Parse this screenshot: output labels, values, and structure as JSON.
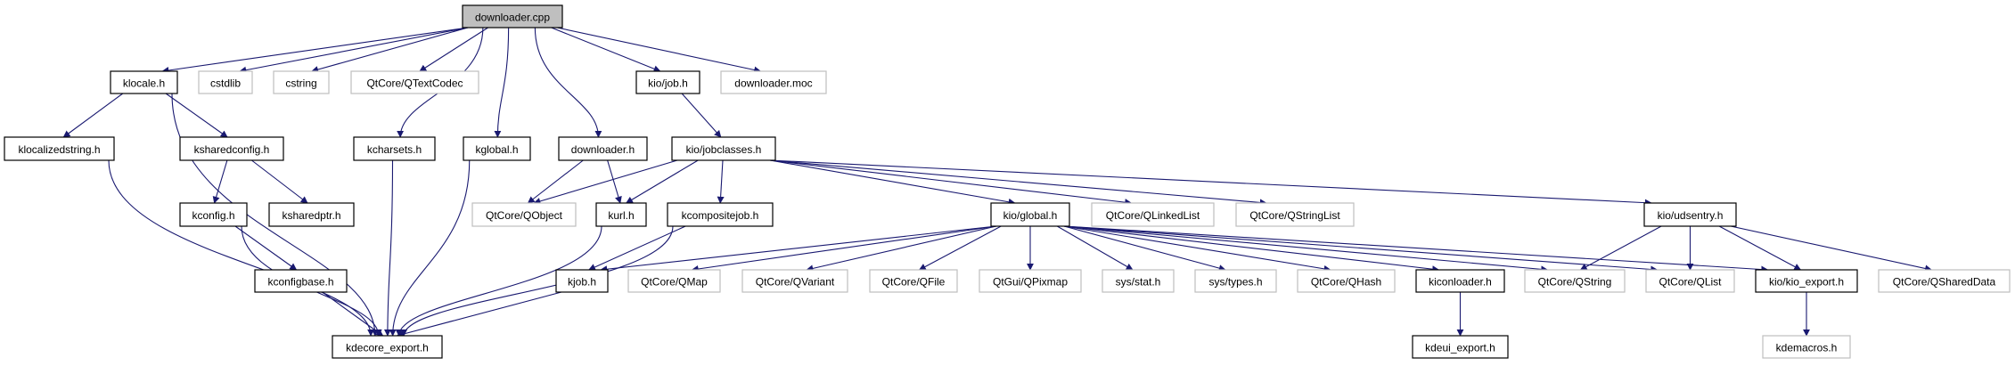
{
  "colors": {
    "edge": "#191970",
    "root_fill": "#bfbfbf",
    "external_border": "#bfbfbf",
    "documented_border": "#000000"
  },
  "nodes": [
    {
      "id": "downloader_cpp",
      "label": "downloader.cpp",
      "kind": "root"
    },
    {
      "id": "klocale",
      "label": "klocale.h",
      "kind": "doc"
    },
    {
      "id": "cstdlib",
      "label": "cstdlib",
      "kind": "ext"
    },
    {
      "id": "cstring",
      "label": "cstring",
      "kind": "ext"
    },
    {
      "id": "qtextcodec",
      "label": "QtCore/QTextCodec",
      "kind": "ext"
    },
    {
      "id": "kio_job",
      "label": "kio/job.h",
      "kind": "doc"
    },
    {
      "id": "downloader_moc",
      "label": "downloader.moc",
      "kind": "ext"
    },
    {
      "id": "klocalizedstring",
      "label": "klocalizedstring.h",
      "kind": "doc"
    },
    {
      "id": "ksharedconfig",
      "label": "ksharedconfig.h",
      "kind": "doc"
    },
    {
      "id": "kcharsets",
      "label": "kcharsets.h",
      "kind": "doc"
    },
    {
      "id": "kglobal",
      "label": "kglobal.h",
      "kind": "doc"
    },
    {
      "id": "downloader_h",
      "label": "downloader.h",
      "kind": "doc"
    },
    {
      "id": "kio_jobclasses",
      "label": "kio/jobclasses.h",
      "kind": "doc"
    },
    {
      "id": "kconfig",
      "label": "kconfig.h",
      "kind": "doc"
    },
    {
      "id": "ksharedptr",
      "label": "ksharedptr.h",
      "kind": "doc"
    },
    {
      "id": "qobject",
      "label": "QtCore/QObject",
      "kind": "ext"
    },
    {
      "id": "kurl",
      "label": "kurl.h",
      "kind": "doc"
    },
    {
      "id": "kcompositejob",
      "label": "kcompositejob.h",
      "kind": "doc"
    },
    {
      "id": "kio_global",
      "label": "kio/global.h",
      "kind": "doc"
    },
    {
      "id": "qlinkedlist",
      "label": "QtCore/QLinkedList",
      "kind": "ext"
    },
    {
      "id": "qstringlist",
      "label": "QtCore/QStringList",
      "kind": "ext"
    },
    {
      "id": "kio_udsentry",
      "label": "kio/udsentry.h",
      "kind": "doc"
    },
    {
      "id": "kconfigbase",
      "label": "kconfigbase.h",
      "kind": "doc"
    },
    {
      "id": "kjob",
      "label": "kjob.h",
      "kind": "doc"
    },
    {
      "id": "qmap",
      "label": "QtCore/QMap",
      "kind": "ext"
    },
    {
      "id": "qvariant",
      "label": "QtCore/QVariant",
      "kind": "ext"
    },
    {
      "id": "qfile",
      "label": "QtCore/QFile",
      "kind": "ext"
    },
    {
      "id": "qpixmap",
      "label": "QtGui/QPixmap",
      "kind": "ext"
    },
    {
      "id": "sys_stat",
      "label": "sys/stat.h",
      "kind": "ext"
    },
    {
      "id": "sys_types",
      "label": "sys/types.h",
      "kind": "ext"
    },
    {
      "id": "qhash",
      "label": "QtCore/QHash",
      "kind": "ext"
    },
    {
      "id": "kiconloader",
      "label": "kiconloader.h",
      "kind": "doc"
    },
    {
      "id": "qstring",
      "label": "QtCore/QString",
      "kind": "ext"
    },
    {
      "id": "qlist",
      "label": "QtCore/QList",
      "kind": "ext"
    },
    {
      "id": "kio_export",
      "label": "kio/kio_export.h",
      "kind": "doc"
    },
    {
      "id": "qshareddata",
      "label": "QtCore/QSharedData",
      "kind": "ext"
    },
    {
      "id": "kdecore_export",
      "label": "kdecore_export.h",
      "kind": "doc"
    },
    {
      "id": "kdeui_export",
      "label": "kdeui_export.h",
      "kind": "doc"
    },
    {
      "id": "kdemacros",
      "label": "kdemacros.h",
      "kind": "ext"
    }
  ],
  "edges": [
    [
      "downloader_cpp",
      "klocale"
    ],
    [
      "downloader_cpp",
      "cstdlib"
    ],
    [
      "downloader_cpp",
      "cstring"
    ],
    [
      "downloader_cpp",
      "qtextcodec"
    ],
    [
      "downloader_cpp",
      "kcharsets"
    ],
    [
      "downloader_cpp",
      "kglobal"
    ],
    [
      "downloader_cpp",
      "downloader_h"
    ],
    [
      "downloader_cpp",
      "kio_job"
    ],
    [
      "downloader_cpp",
      "downloader_moc"
    ],
    [
      "klocale",
      "klocalizedstring"
    ],
    [
      "klocale",
      "ksharedconfig"
    ],
    [
      "klocale",
      "kdecore_export"
    ],
    [
      "klocalizedstring",
      "kdecore_export"
    ],
    [
      "ksharedconfig",
      "kconfig"
    ],
    [
      "ksharedconfig",
      "ksharedptr"
    ],
    [
      "kconfig",
      "kconfigbase"
    ],
    [
      "kconfig",
      "kdecore_export"
    ],
    [
      "kconfigbase",
      "kdecore_export"
    ],
    [
      "kcharsets",
      "kdecore_export"
    ],
    [
      "kglobal",
      "kdecore_export"
    ],
    [
      "downloader_h",
      "qobject"
    ],
    [
      "downloader_h",
      "kurl"
    ],
    [
      "kurl",
      "kdecore_export"
    ],
    [
      "kio_job",
      "kio_jobclasses"
    ],
    [
      "kio_jobclasses",
      "qobject"
    ],
    [
      "kio_jobclasses",
      "kurl"
    ],
    [
      "kio_jobclasses",
      "kcompositejob"
    ],
    [
      "kio_jobclasses",
      "kio_global"
    ],
    [
      "kio_jobclasses",
      "qlinkedlist"
    ],
    [
      "kio_jobclasses",
      "qstringlist"
    ],
    [
      "kio_jobclasses",
      "kio_udsentry"
    ],
    [
      "kcompositejob",
      "kjob"
    ],
    [
      "kcompositejob",
      "kdecore_export"
    ],
    [
      "kjob",
      "kdecore_export"
    ],
    [
      "kio_global",
      "kjob"
    ],
    [
      "kio_global",
      "qmap"
    ],
    [
      "kio_global",
      "qvariant"
    ],
    [
      "kio_global",
      "qfile"
    ],
    [
      "kio_global",
      "qpixmap"
    ],
    [
      "kio_global",
      "sys_stat"
    ],
    [
      "kio_global",
      "sys_types"
    ],
    [
      "kio_global",
      "qhash"
    ],
    [
      "kio_global",
      "kiconloader"
    ],
    [
      "kio_global",
      "qstring"
    ],
    [
      "kio_global",
      "qlist"
    ],
    [
      "kio_global",
      "kio_export"
    ],
    [
      "kiconloader",
      "kdeui_export"
    ],
    [
      "kio_udsentry",
      "qstring"
    ],
    [
      "kio_udsentry",
      "qlist"
    ],
    [
      "kio_udsentry",
      "kio_export"
    ],
    [
      "kio_udsentry",
      "qshareddata"
    ],
    [
      "kio_export",
      "kdemacros"
    ]
  ]
}
